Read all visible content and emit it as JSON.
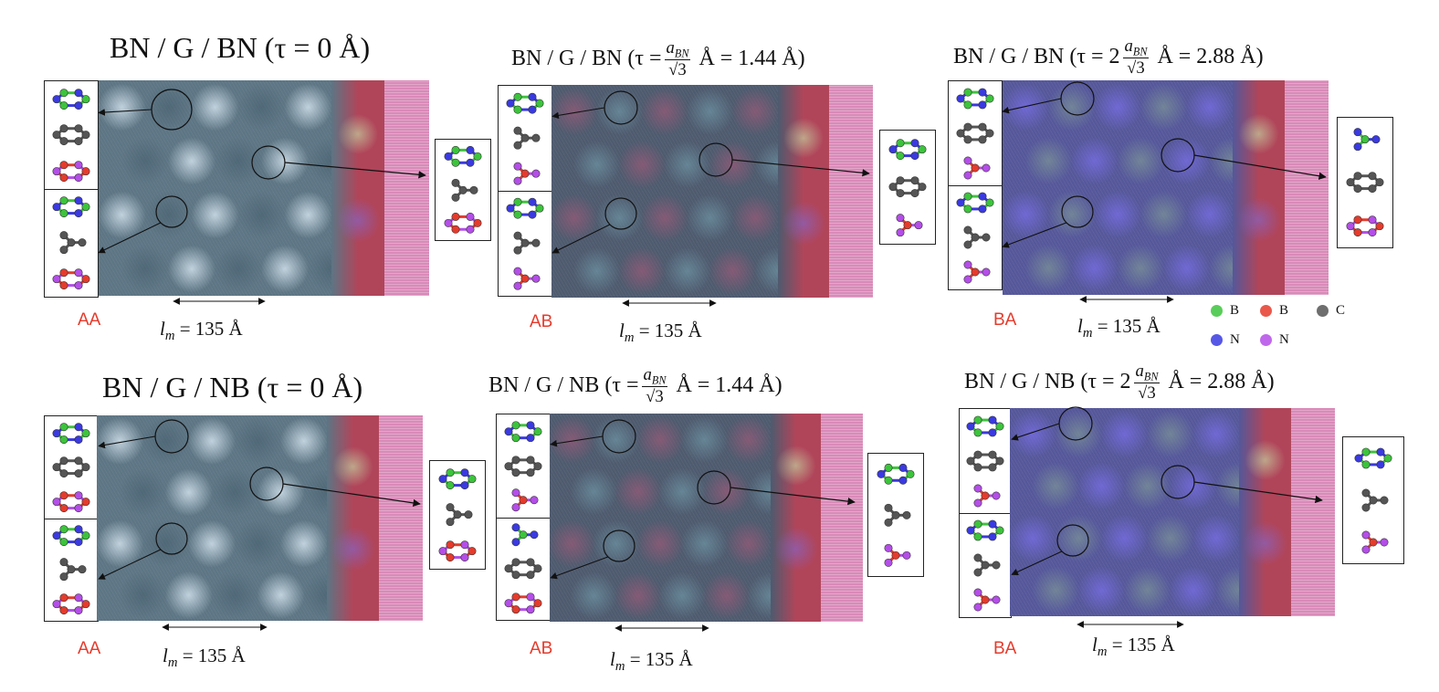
{
  "panels": [
    {
      "id": "p1",
      "title_main": "BN / G / BN (τ = 0 Å)",
      "title_pre": "",
      "title_mid": "",
      "title_post": "",
      "has_frac": false,
      "stack": "AA",
      "lm": "= 135 Å",
      "tone": "gray"
    },
    {
      "id": "p2",
      "title_main": "",
      "title_pre": "BN / G / BN (τ =",
      "title_mid": "",
      "title_post": "Å = 1.44 Å)",
      "has_frac": true,
      "frac_num": "a",
      "frac_sub": "BN",
      "frac_den": "√3",
      "stack": "AB",
      "lm": "= 135 Å",
      "tone": "pink"
    },
    {
      "id": "p3",
      "title_main": "",
      "title_pre": "BN / G / BN (τ = 2",
      "title_mid": "",
      "title_post": "Å = 2.88 Å)",
      "has_frac": true,
      "frac_num": "a",
      "frac_sub": "BN",
      "frac_den": "√3",
      "stack": "BA",
      "lm": "= 135 Å",
      "tone": "blue"
    },
    {
      "id": "p4",
      "title_main": "BN / G / NB (τ = 0 Å)",
      "title_pre": "",
      "title_mid": "",
      "title_post": "",
      "has_frac": false,
      "stack": "AA",
      "lm": "= 135 Å",
      "tone": "gray"
    },
    {
      "id": "p5",
      "title_main": "",
      "title_pre": "BN / G / NB (τ =",
      "title_mid": "",
      "title_post": "Å = 1.44 Å)",
      "has_frac": true,
      "frac_num": "a",
      "frac_sub": "BN",
      "frac_den": "√3",
      "stack": "AB",
      "lm": "= 135 Å",
      "tone": "pink"
    },
    {
      "id": "p6",
      "title_main": "",
      "title_pre": "BN / G / NB (τ = 2",
      "title_mid": "",
      "title_post": "Å = 2.88 Å)",
      "has_frac": true,
      "frac_num": "a",
      "frac_sub": "BN",
      "frac_den": "√3",
      "stack": "BA",
      "lm": "= 135 Å",
      "tone": "blue"
    }
  ],
  "lm_symbol": "l",
  "lm_sub": "m",
  "legend": {
    "items": [
      {
        "label": "B",
        "color": "#3cc43c"
      },
      {
        "label": "B",
        "color": "#e53b2c"
      },
      {
        "label": "C",
        "color": "#555555"
      },
      {
        "label": "N",
        "color": "#3a3ae0"
      },
      {
        "label": "N",
        "color": "#b44ee8"
      }
    ]
  },
  "colors": {
    "boron_green": "#3cc43c",
    "boron_red": "#e53b2c",
    "carbon": "#555555",
    "nitrogen_blue": "#3a3ae0",
    "nitrogen_purple": "#b44ee8",
    "stack_label": "#e53b2c",
    "strip_red": "#b0455a",
    "strip_pink": "#d98ab8"
  }
}
